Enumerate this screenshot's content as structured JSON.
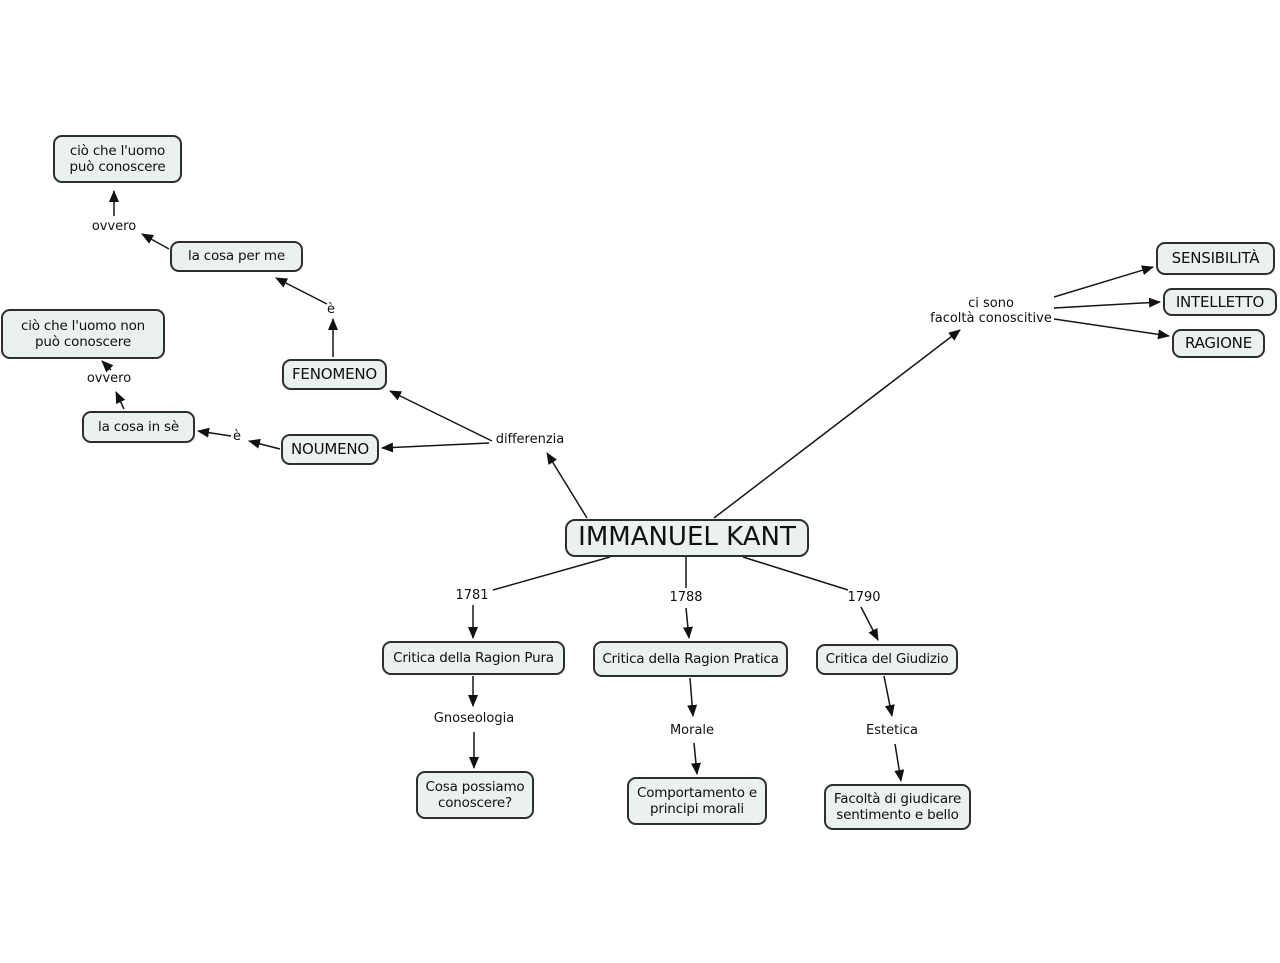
{
  "diagram": {
    "type": "concept-map",
    "subject": "IMMANUEL KANT",
    "colors": {
      "background": "#ffffff",
      "node_fill": "#ebf1f1",
      "node_border": "#2e2e2e",
      "line": "#161616",
      "text": "#101010"
    },
    "nodes": {
      "kant": "IMMANUEL KANT",
      "cio_puo": "ciò che l'uomo\npuò conoscere",
      "cosa_per_me": "la cosa per me",
      "cio_non_puo": "ciò che l'uomo non\npuò conoscere",
      "cosa_in_se": "la cosa in sè",
      "fenomeno": "FENOMENO",
      "noumeno": "NOUMENO",
      "sensibilita": "SENSIBILITÀ",
      "intelletto": "INTELLETTO",
      "ragione": "RAGIONE",
      "critica_pura": "Critica della Ragion Pura",
      "critica_pratica": "Critica della Ragion Pratica",
      "critica_giudizio": "Critica del Giudizio",
      "cosa_possiamo": "Cosa possiamo\nconoscere?",
      "comportamento": "Comportamento e\nprincipi morali",
      "facolta_giudicare": "Facoltà di giudicare\nsentimento e bello"
    },
    "labels": {
      "ovvero1": "ovvero",
      "ovvero2": "ovvero",
      "e1": "è",
      "e2": "è",
      "differenzia": "differenzia",
      "ci_sono": "ci sono\nfacoltà conoscitive",
      "y1781": "1781",
      "y1788": "1788",
      "y1790": "1790",
      "gnoseologia": "Gnoseologia",
      "morale": "Morale",
      "estetica": "Estetica"
    },
    "relations": [
      [
        "IMMANUEL KANT",
        "differenzia",
        "FENOMENO"
      ],
      [
        "IMMANUEL KANT",
        "differenzia",
        "NOUMENO"
      ],
      [
        "FENOMENO",
        "è",
        "la cosa per me"
      ],
      [
        "la cosa per me",
        "ovvero",
        "ciò che l'uomo può conoscere"
      ],
      [
        "NOUMENO",
        "è",
        "la cosa in sè"
      ],
      [
        "la cosa in sè",
        "ovvero",
        "ciò che l'uomo non può conoscere"
      ],
      [
        "IMMANUEL KANT",
        "ci sono facoltà conoscitive",
        "SENSIBILITÀ"
      ],
      [
        "IMMANUEL KANT",
        "ci sono facoltà conoscitive",
        "INTELLETTO"
      ],
      [
        "IMMANUEL KANT",
        "ci sono facoltà conoscitive",
        "RAGIONE"
      ],
      [
        "IMMANUEL KANT",
        "1781",
        "Critica della Ragion Pura"
      ],
      [
        "Critica della Ragion Pura",
        "Gnoseologia",
        "Cosa possiamo conoscere?"
      ],
      [
        "IMMANUEL KANT",
        "1788",
        "Critica della Ragion Pratica"
      ],
      [
        "Critica della Ragion Pratica",
        "Morale",
        "Comportamento e principi morali"
      ],
      [
        "IMMANUEL KANT",
        "1790",
        "Critica del Giudizio"
      ],
      [
        "Critica del Giudizio",
        "Estetica",
        "Facoltà di giudicare sentimento e bello"
      ]
    ]
  }
}
